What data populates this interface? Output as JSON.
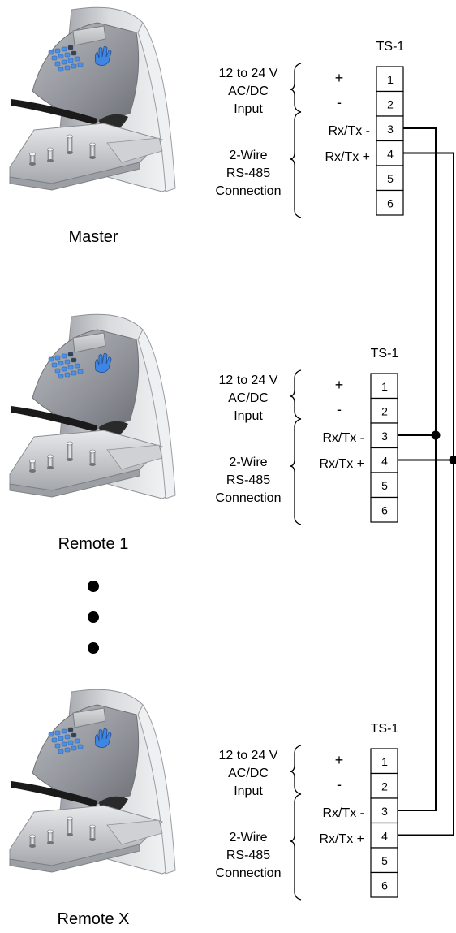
{
  "units": [
    {
      "name": "Master",
      "terminal_label": "TS-1",
      "power_label_lines": [
        "12 to 24 V",
        "AC/DC",
        "Input"
      ],
      "comm_label_lines": [
        "2-Wire",
        "RS-485",
        "Connection"
      ],
      "plus": "+",
      "minus": "-",
      "rx_minus": "Rx/Tx -",
      "rx_plus": "Rx/Tx +",
      "pins": [
        "1",
        "2",
        "3",
        "4",
        "5",
        "6"
      ]
    },
    {
      "name": "Remote 1",
      "terminal_label": "TS-1",
      "power_label_lines": [
        "12 to 24 V",
        "AC/DC",
        "Input"
      ],
      "comm_label_lines": [
        "2-Wire",
        "RS-485",
        "Connection"
      ],
      "plus": "+",
      "minus": "-",
      "rx_minus": "Rx/Tx -",
      "rx_plus": "Rx/Tx +",
      "pins": [
        "1",
        "2",
        "3",
        "4",
        "5",
        "6"
      ]
    },
    {
      "name": "Remote X",
      "terminal_label": "TS-1",
      "power_label_lines": [
        "12 to 24 V",
        "AC/DC",
        "Input"
      ],
      "comm_label_lines": [
        "2-Wire",
        "RS-485",
        "Connection"
      ],
      "plus": "+",
      "minus": "-",
      "rx_minus": "Rx/Tx -",
      "rx_plus": "Rx/Tx +",
      "pins": [
        "1",
        "2",
        "3",
        "4",
        "5",
        "6"
      ]
    }
  ],
  "bus": {
    "rx_minus_wire": "pin 3 daisy-chain",
    "rx_plus_wire": "pin 4 daisy-chain"
  },
  "ellipsis_dots": 3
}
